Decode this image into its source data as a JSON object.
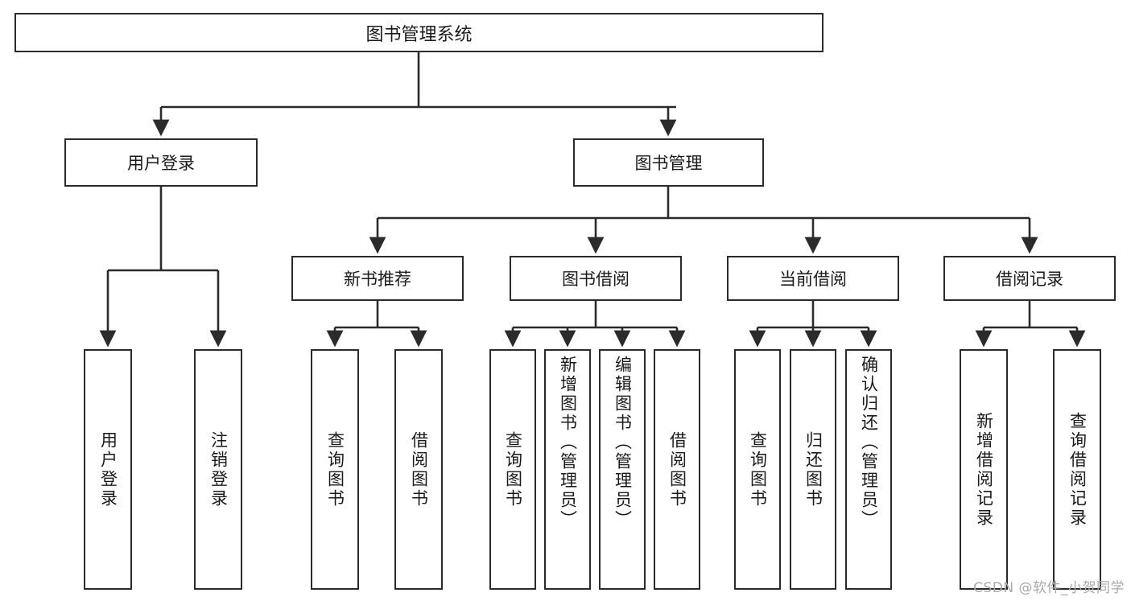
{
  "diagram": {
    "type": "tree",
    "title": "图书管理系统",
    "orientation": "top-down",
    "edge_style": "orthogonal-arrow",
    "colors": {
      "background": "#ffffff",
      "box_fill": "#ffffff",
      "box_border": "#2b2b2b",
      "text": "#1a1a1a",
      "watermark": "#a9a9a9"
    }
  },
  "watermark": {
    "text": "CSDN @软件_小贺同学"
  },
  "root": {
    "label": "图书管理系统"
  },
  "level2": [
    {
      "id": "user-login",
      "label": "用户登录"
    },
    {
      "id": "book-manage",
      "label": "图书管理"
    }
  ],
  "level3": [
    {
      "id": "new-book-recommend",
      "label": "新书推荐"
    },
    {
      "id": "book-borrow",
      "label": "图书借阅"
    },
    {
      "id": "current-borrow",
      "label": "当前借阅"
    },
    {
      "id": "borrow-record",
      "label": "借阅记录"
    }
  ],
  "leaves": {
    "user_login": [
      {
        "id": "leaf-user-login",
        "label": "用户登录"
      },
      {
        "id": "leaf-logout",
        "label": "注销登录"
      }
    ],
    "new_book_recommend": [
      {
        "id": "leaf-query-book-1",
        "label": "查询图书"
      },
      {
        "id": "leaf-borrow-book-1",
        "label": "借阅图书"
      }
    ],
    "book_borrow": [
      {
        "id": "leaf-query-book-2",
        "label": "查询图书"
      },
      {
        "id": "leaf-add-book",
        "label": "新增图书（管理员）"
      },
      {
        "id": "leaf-edit-book",
        "label": "编辑图书（管理员）"
      },
      {
        "id": "leaf-borrow-book-2",
        "label": "借阅图书"
      }
    ],
    "current_borrow": [
      {
        "id": "leaf-query-book-3",
        "label": "查询图书"
      },
      {
        "id": "leaf-return-book",
        "label": "归还图书"
      },
      {
        "id": "leaf-confirm-return",
        "label": "确认归还（管理员）"
      }
    ],
    "borrow_record": [
      {
        "id": "leaf-add-record",
        "label": "新增借阅记录"
      },
      {
        "id": "leaf-query-record",
        "label": "查询借阅记录"
      }
    ]
  }
}
